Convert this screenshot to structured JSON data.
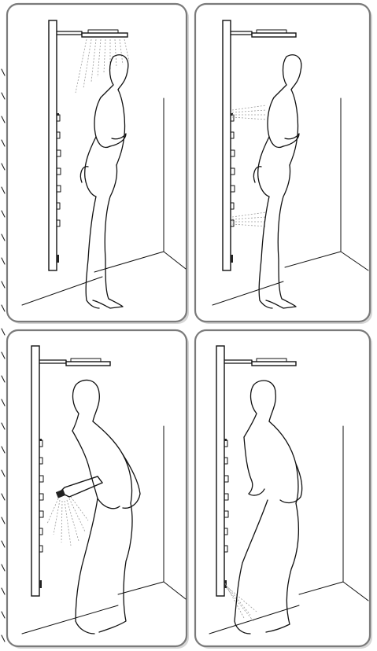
{
  "figure": {
    "panels": [
      {
        "id": "overhead-rain-shower",
        "spray": "overhead"
      },
      {
        "id": "side-body-jets",
        "spray": "side-jets"
      },
      {
        "id": "hand-shower-handheld",
        "spray": "handheld"
      },
      {
        "id": "lower-leg-jet",
        "spray": "foot-jet"
      }
    ]
  },
  "colors": {
    "frame": "#7a7a7a",
    "line": "#111111",
    "spray": "#9a9a9a",
    "background": "#ffffff"
  }
}
